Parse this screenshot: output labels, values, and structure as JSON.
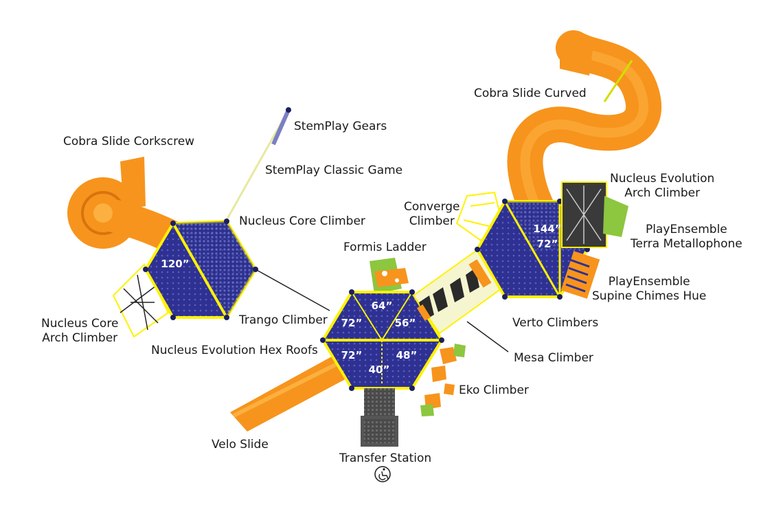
{
  "labels": {
    "cobra_slide_curved": "Cobra Slide Curved",
    "cobra_slide_corkscrew": "Cobra Slide Corkscrew",
    "stemplay_gears": "StemPlay Gears",
    "stemplay_classic_game": "StemPlay Classic Game",
    "nucleus_core_climber": "Nucleus Core Climber",
    "nucleus_evolution_arch_climber": [
      "Nucleus Evolution",
      "Arch Climber"
    ],
    "converge_climber": [
      "Converge",
      "Climber"
    ],
    "playensemble_terra_metallophone": [
      "PlayEnsemble",
      "Terra Metallophone"
    ],
    "formis_ladder": "Formis Ladder",
    "playensemble_supine_chimes_hue": [
      "PlayEnsemble",
      "Supine Chimes Hue"
    ],
    "nucleus_core_arch_climber": [
      "Nucleus Core",
      "Arch Climber"
    ],
    "trango_climber": "Trango Climber",
    "verto_climbers": "Verto Climbers",
    "nucleus_evolution_hex_roofs": "Nucleus Evolution Hex Roofs",
    "mesa_climber": "Mesa Climber",
    "eko_climber": "Eko Climber",
    "velo_slide": "Velo Slide",
    "transfer_station": "Transfer Station"
  },
  "deck_heights": {
    "left_hex": "120”",
    "right_hex_top": "144”",
    "right_hex_bottom": "72”",
    "center_top": "64”",
    "center_left": "72”",
    "center_right": "56”",
    "center_lower_left": "72”",
    "center_lower_right": "48”",
    "center_bottom": "40”"
  },
  "icons": {
    "accessibility": "wheelchair-icon"
  },
  "colors": {
    "slide_orange": "#f7941d",
    "slide_orange_dark": "#d9730e",
    "deck_blue": "#2e3192",
    "frame_yellow": "#fff200",
    "climber_green": "#8dc63f",
    "post_navy": "#1b1f5e"
  }
}
